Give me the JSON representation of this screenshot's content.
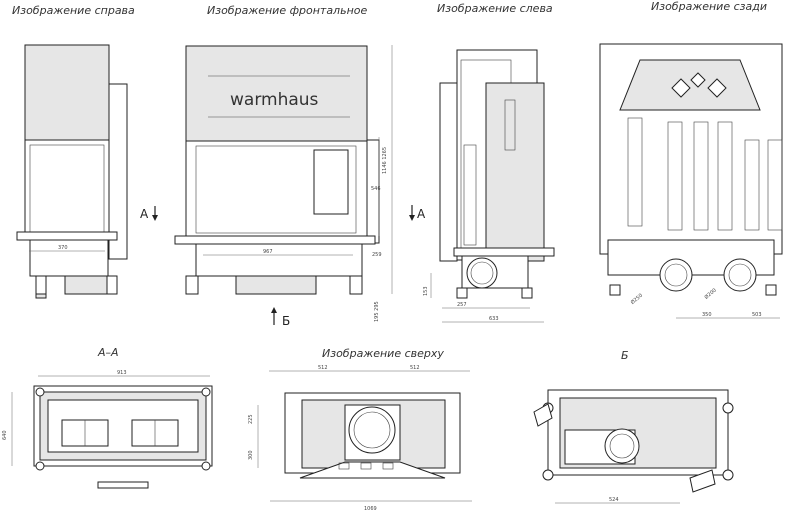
{
  "titles": {
    "right": "Изображение справа",
    "front": "Изображение фронтальное",
    "left": "Изображение слева",
    "back": "Изображение сзади",
    "section": "А–А",
    "top": "Изображение сверху",
    "b": "Б"
  },
  "brand": "warmhaus",
  "markers": {
    "a_right": "А",
    "a_left": "А",
    "b_arrow": "Б"
  },
  "dims": {
    "right_width": "370",
    "front_width": "967",
    "front_h1": "546",
    "front_h2": "1146 1265",
    "front_h3": "259",
    "front_h4": "195 295",
    "left_d1": "257",
    "left_d2": "633",
    "left_h": "153",
    "back_d1": "350",
    "back_d2": "503",
    "back_c1": "Ø250",
    "back_c2": "Ø200",
    "sec_w": "913",
    "sec_h": "640",
    "top_w1": "512",
    "top_w2": "512",
    "top_h1": "225",
    "top_h2": "300",
    "top_total": "1069",
    "b_w": "524"
  }
}
